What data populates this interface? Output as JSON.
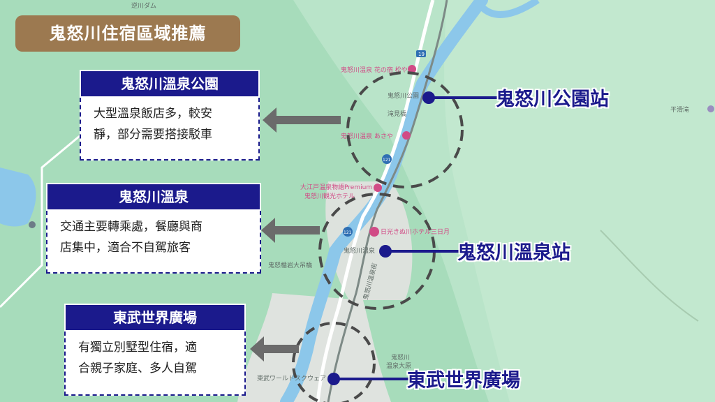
{
  "title": "鬼怒川住宿區域推薦",
  "areas": [
    {
      "name": "鬼怒川溫泉公園",
      "description": "大型溫泉飯店多，較安靜，部分需要搭接駁車",
      "line1": "大型溫泉飯店多，較安",
      "line2": "靜，部分需要搭接駁車",
      "station": "鬼怒川公園站"
    },
    {
      "name": "鬼怒川溫泉",
      "description": "交通主要轉乘處，餐廳與商店集中，適合不自駕旅客",
      "line1": "交通主要轉乘處，餐廳與商",
      "line2": "店集中，適合不自駕旅客",
      "station": "鬼怒川溫泉站"
    },
    {
      "name": "東武世界廣場",
      "description": "有獨立別墅型住宿，適合親子家庭、多人自駕",
      "line1": "有獨立別墅型住宿，適",
      "line2": "合親子家庭、多人自駕",
      "station": "東武世界廣場"
    }
  ],
  "map_labels": {
    "dam": "逆川ダム",
    "hotel_matsuya": "鬼怒川温泉 花の宿 松や",
    "park_station": "鬼怒川公園",
    "takimi_bridge": "滝見橋",
    "hotel_asaya": "鬼怒川温泉 あさや",
    "premium": "大江戸温泉物語Premium",
    "kinugawa_hotel": "鬼怒川観光ホテル",
    "mikazuki": "日光きぬ川ホテル三日月",
    "onsen_station": "鬼怒川温泉",
    "iwaoohashi": "鬼怒楯岩大吊橋",
    "kinugawa_street": "鬼怒川温泉街",
    "ohara_1": "鬼怒川",
    "ohara_2": "温泉大原",
    "tobu_world": "東武ワールドスクウェア",
    "hirai": "平滑滝",
    "route_19": "19",
    "route_121": "121"
  },
  "colors": {
    "accent": "#1b1a8c",
    "title_bg": "#9c7950",
    "map_green": "#b9e4c9",
    "river": "#8cc7ea"
  },
  "icons": [
    "arrow-left-icon",
    "station-dot-icon",
    "hotel-pin-icon",
    "dashed-circle-icon"
  ]
}
